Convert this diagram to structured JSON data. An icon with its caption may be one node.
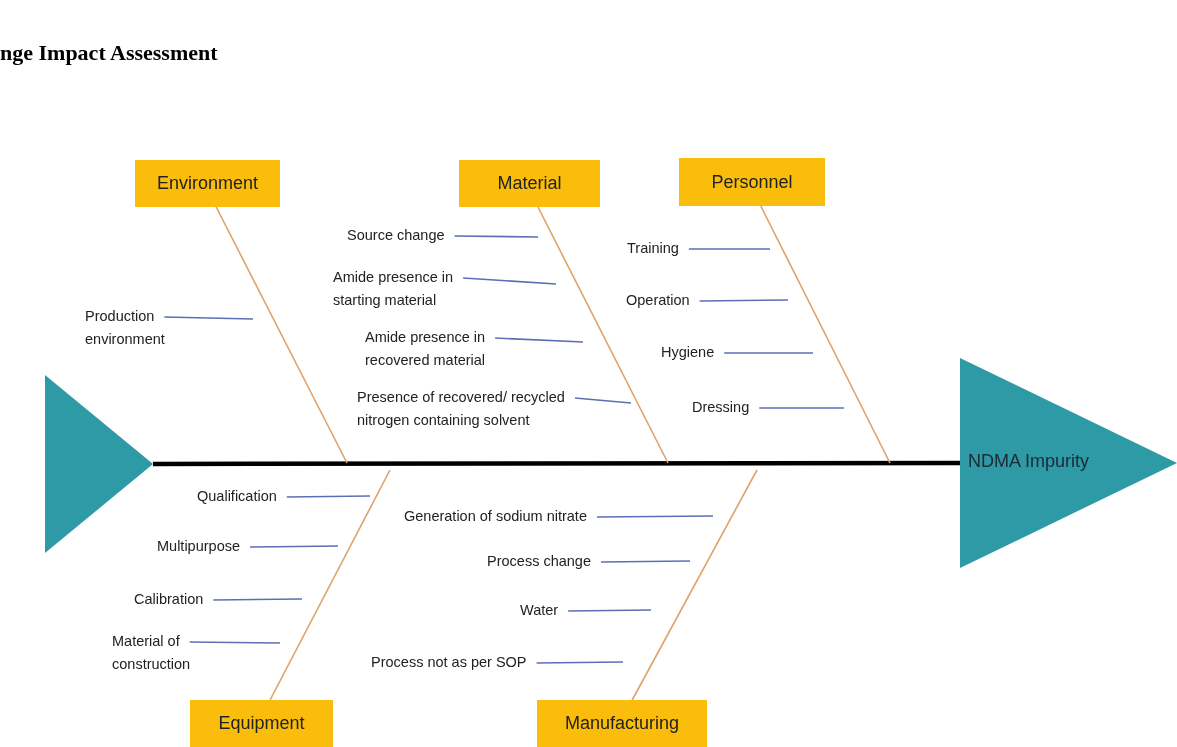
{
  "diagram": {
    "title": "nge Impact Assessment",
    "nodes": [
      {
        "text": [
          "Environment"
        ]
      },
      {
        "text": [
          "Material"
        ]
      },
      {
        "text": [
          "Personnel"
        ]
      },
      {
        "text": [
          "Production environment"
        ]
      },
      {
        "text": [
          "Source change"
        ]
      },
      {
        "text": [
          "Amide presence in starting material"
        ]
      },
      {
        "text": [
          "Amide presence in recovered material"
        ]
      },
      {
        "text": [
          "Presence of recovered/ recycled nitrogen  containing solvent"
        ]
      },
      {
        "text": [
          "Training"
        ]
      },
      {
        "text": [
          "Operation"
        ]
      },
      {
        "text": [
          "Hygiene"
        ]
      },
      {
        "text": [
          "Dressing"
        ]
      },
      {
        "text": [],
        "shape": "triangle"
      },
      {
        "text": [
          "NDMA Impurity"
        ]
      },
      {
        "text": [
          "Qualification"
        ]
      },
      {
        "text": [
          "Multipurpose"
        ]
      },
      {
        "text": [
          "Calibration"
        ]
      },
      {
        "text": [
          "Material of construction"
        ]
      },
      {
        "text": [
          "Generation of sodium nitrate"
        ]
      },
      {
        "text": [
          "Process change"
        ]
      },
      {
        "text": [
          "Water"
        ]
      },
      {
        "text": [
          "Process not as per SOP"
        ]
      },
      {
        "text": [
          "Equipment"
        ]
      },
      {
        "text": [
          "Manufacturing"
        ]
      }
    ],
    "edges": [
      {
        "from": 12,
        "to": 13,
        "arrow": "none",
        "style": "thick",
        "color": "#000000"
      },
      {
        "from": 0,
        "to": null,
        "arrow": "none",
        "color": "#e0a26a"
      },
      {
        "from": 1,
        "to": null,
        "arrow": "none",
        "color": "#e0a26a"
      },
      {
        "from": 2,
        "to": null,
        "arrow": "none",
        "color": "#e0a26a"
      },
      {
        "from": 22,
        "to": null,
        "arrow": "none",
        "color": "#e0a26a"
      },
      {
        "from": 23,
        "to": null,
        "arrow": "none",
        "color": "#e0a26a"
      },
      {
        "from": 3,
        "to": null,
        "arrow": "none"
      },
      {
        "from": 4,
        "to": null,
        "arrow": "none"
      },
      {
        "from": 5,
        "to": null,
        "arrow": "none"
      },
      {
        "from": 6,
        "to": null,
        "arrow": "none"
      },
      {
        "from": 7,
        "to": null,
        "arrow": "none"
      },
      {
        "from": 8,
        "to": null,
        "arrow": "none"
      },
      {
        "from": 9,
        "to": null,
        "arrow": "none"
      },
      {
        "from": 10,
        "to": null,
        "arrow": "none"
      },
      {
        "from": 11,
        "to": null,
        "arrow": "none"
      },
      {
        "from": 14,
        "to": null,
        "arrow": "none"
      },
      {
        "from": 15,
        "to": null,
        "arrow": "none"
      },
      {
        "from": 16,
        "to": null,
        "arrow": "none"
      },
      {
        "from": 17,
        "to": null,
        "arrow": "none"
      },
      {
        "from": 18,
        "to": null,
        "arrow": "none"
      },
      {
        "from": 19,
        "to": null,
        "arrow": "none"
      },
      {
        "from": 20,
        "to": null,
        "arrow": "none"
      },
      {
        "from": 21,
        "to": null,
        "arrow": "none"
      }
    ]
  }
}
